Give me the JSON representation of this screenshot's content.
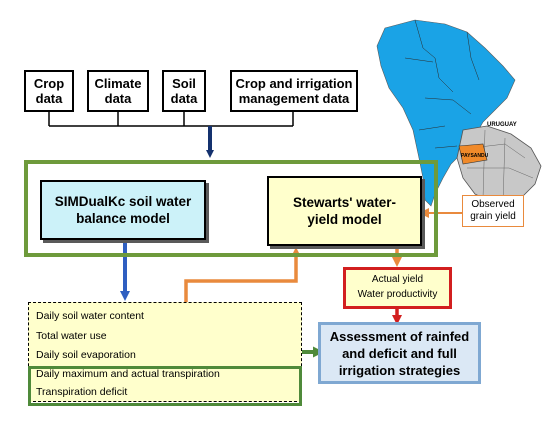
{
  "inputs": {
    "crop": "Crop data",
    "climate": "Climate data",
    "soil": "Soil data",
    "management": "Crop and irrigation management data"
  },
  "models": {
    "simdualkc": "SIMDualKc soil water balance model",
    "stewart": "Stewarts' water-yield model"
  },
  "observed": "Observed grain yield",
  "results": [
    "Actual yield",
    "Water productivity"
  ],
  "outputs": [
    "Daily soil water content",
    "Total water use",
    "Daily soil evaporation",
    "Daily maximum and actual transpiration",
    "Transpiration deficit"
  ],
  "assessment": "Assessment of rainfed and deficit and full irrigation strategies",
  "map_labels": {
    "country": "URUGUAY",
    "region": "PAYSANDU"
  },
  "colors": {
    "green_frame": "#6e9a3b",
    "blue_box": "#ccf2f9",
    "yellow_box": "#ffffcc",
    "arrow_navy": "#14316e",
    "arrow_blue": "#2f5fc1",
    "arrow_orange": "#e98a3d",
    "arrow_green": "#4f8a3a",
    "red_border": "#d21f1f",
    "assess_fill": "#dbe8f5",
    "assess_border": "#7fa8d2"
  }
}
